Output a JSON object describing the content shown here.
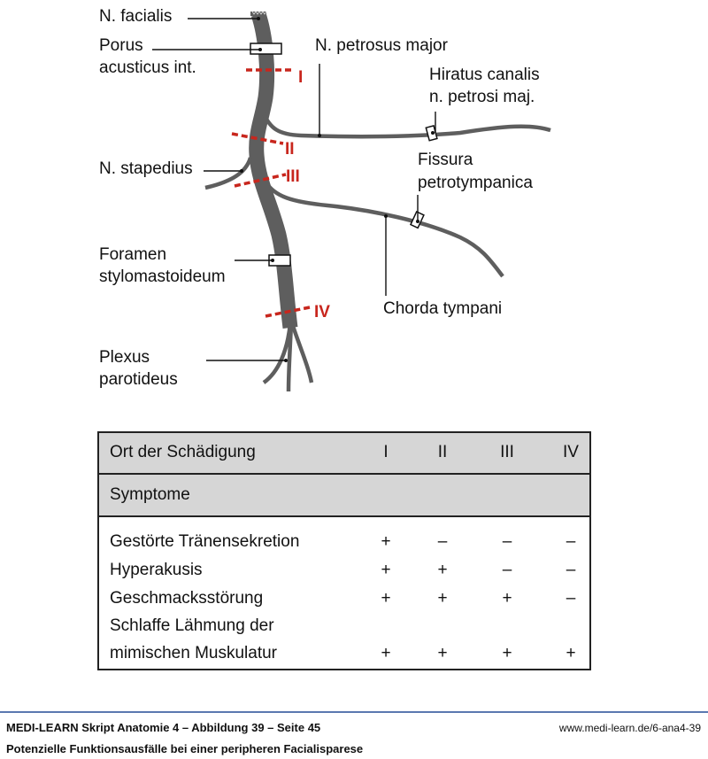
{
  "labels": {
    "facialis": "N. facialis",
    "porus_1": "Porus",
    "porus_2": "acusticus int.",
    "petrosus": "N. petrosus major",
    "hiatus_1": "Hiratus canalis",
    "hiatus_2": "n. petrosi maj.",
    "stapedius": "N. stapedius",
    "fissura_1": "Fissura",
    "fissura_2": "petrotympanica",
    "foramen_1": "Foramen",
    "foramen_2": "stylomastoideum",
    "chorda": "Chorda tympani",
    "plexus_1": "Plexus",
    "plexus_2": "parotideus"
  },
  "lesions": [
    "I",
    "II",
    "III",
    "IV"
  ],
  "table": {
    "header_label": "Ort der Schädigung",
    "columns": [
      "I",
      "II",
      "III",
      "IV"
    ],
    "subheader": "Symptome",
    "rows": [
      {
        "label": "Gestörte Tränensekretion",
        "values": [
          "+",
          "–",
          "–",
          "–"
        ]
      },
      {
        "label": "Hyperakusis",
        "values": [
          "+",
          "+",
          "–",
          "–"
        ]
      },
      {
        "label": "Geschmacksstörung",
        "values": [
          "+",
          "+",
          "+",
          "–"
        ]
      },
      {
        "label": "Schlaffe Lähmung der",
        "label_2": "mimischen Muskulatur",
        "values": [
          "+",
          "+",
          "+",
          "+"
        ]
      }
    ]
  },
  "footer": {
    "line1": "MEDI-LEARN Skript Anatomie 4 – Abbildung 39 – Seite 45",
    "line2": "Potenzielle Funktionsausfälle bei einer peripheren Facialisparese",
    "url": "www.medi-learn.de/6-ana4-39"
  },
  "colors": {
    "nerve": "#5e5e5e",
    "lesion": "#c8261d",
    "table_header": "#d6d6d6",
    "footer_rule": "#5a78b0"
  }
}
